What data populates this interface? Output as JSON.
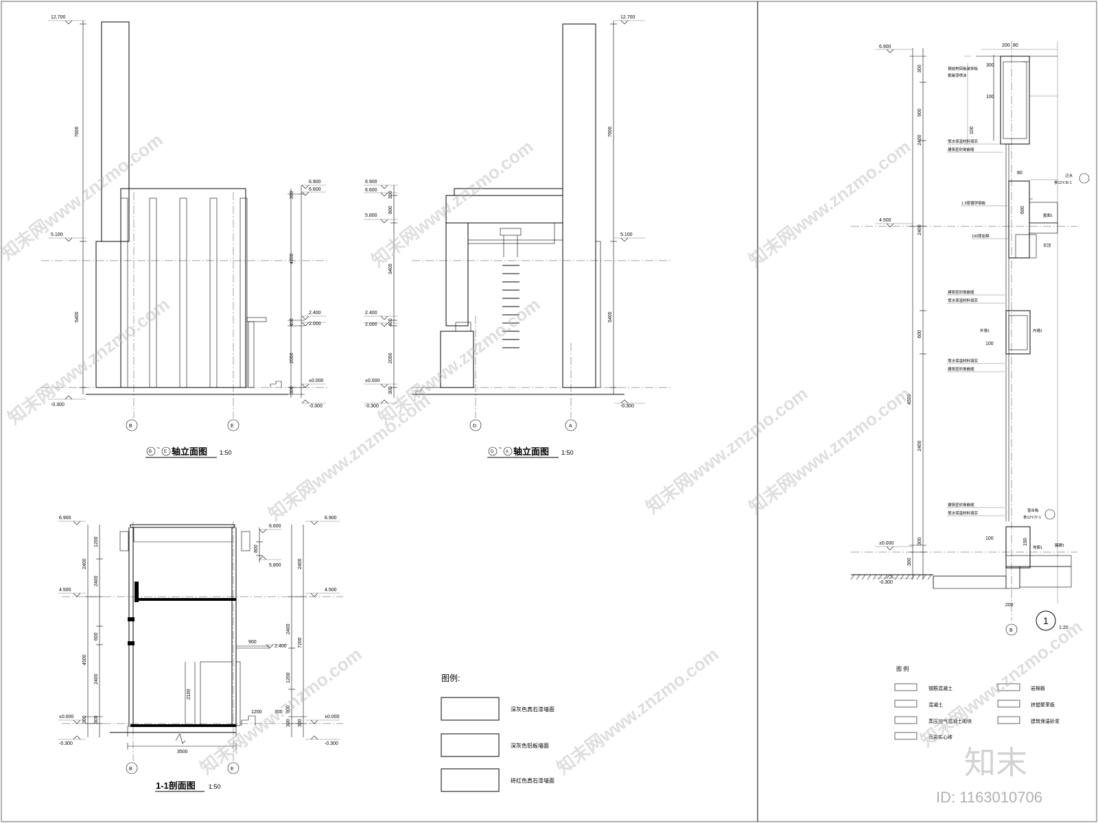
{
  "drawings": {
    "elev_be": {
      "marks": [
        "B",
        "E"
      ],
      "title": "轴立面图",
      "scale": "1:50"
    },
    "elev_da": {
      "marks": [
        "D",
        "A"
      ],
      "title": "轴立面图",
      "scale": "1:50"
    },
    "section": {
      "title": "1-1剖面图",
      "scale": "1:50"
    },
    "detail": {
      "number": "1",
      "scale": "1:20",
      "axis": "B"
    }
  },
  "levels": {
    "l12700": "12.700",
    "l6900": "6.900",
    "l6600": "6.600",
    "l5800": "5.800",
    "l5100": "5.100",
    "l4500": "4.500",
    "l2400": "2.400",
    "l2000": "2.000",
    "l0": "±0.000",
    "lm300": "-0.300"
  },
  "dims": {
    "d7600": "7600",
    "d5400": "5400",
    "d300": "300",
    "d4200": "4200",
    "d400": "400",
    "d2000": "2000",
    "d800": "800",
    "d3400": "3400",
    "d1200": "1200",
    "d2400": "2400",
    "d600": "600",
    "d4500": "4500",
    "d900": "900",
    "d2100": "2100",
    "d3500": "3500",
    "d7200": "7200",
    "d200": "200",
    "d80": "80",
    "d100": "100",
    "d150": "150"
  },
  "detail_notes": {
    "n1": "钢结构铝板装饰板",
    "n2": "氟碳漆喷涂",
    "n3": "憎水保温材料填实",
    "n4": "建筑密封膏嵌缝",
    "n5": "1.5厚镀锌钢板",
    "n6": "100厚岩棉",
    "n7": "泛水",
    "n8": "参12YJ5-1",
    "n9": "屋面1",
    "n10": "吊顶",
    "n11": "外墙1",
    "n12": "内墙1",
    "n13": "窗台板",
    "n14": "参12YJ7-1",
    "n15": "地面1",
    "n16": "踢脚1"
  },
  "legend_left": {
    "title": "图例:",
    "items": [
      "深灰色真石漆墙面",
      "深灰色铝板墙面",
      "砖红色真石漆墙面"
    ]
  },
  "legend_right": {
    "title": "图 例",
    "items": [
      "钢筋混凝土",
      "混凝土",
      "蒸压加气混凝土砌块",
      "页岩实心砖",
      "岩棉板",
      "挤塑聚苯板",
      "建筑保温砂浆"
    ]
  },
  "watermark": {
    "text": "知末网www.znzmo.com",
    "brand": "知末",
    "id": "ID: 1163010706"
  }
}
